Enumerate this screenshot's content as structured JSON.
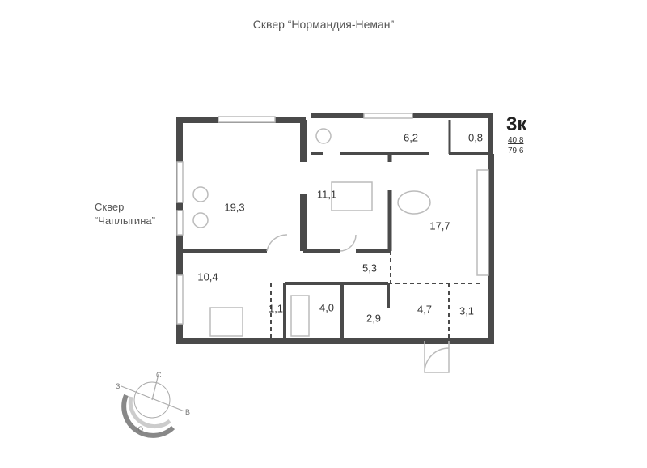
{
  "title": "Сквер “Нормандия-Неман”",
  "park_label": [
    "Сквер",
    "“Чаплыгина”"
  ],
  "apartment": {
    "type": "3к",
    "living_area": "40,8",
    "total_area": "79,6"
  },
  "rooms": [
    "19,3",
    "11,1",
    "6,2",
    "0,8",
    "17,7",
    "5,3",
    "10,4",
    "1,1",
    "4,0",
    "2,9",
    "4,7",
    "3,1"
  ],
  "compass": {
    "north": "С",
    "east": "В",
    "south": "Ю",
    "west": "З"
  },
  "colors": {
    "wall": "#4a4a4a",
    "text": "#333333"
  }
}
